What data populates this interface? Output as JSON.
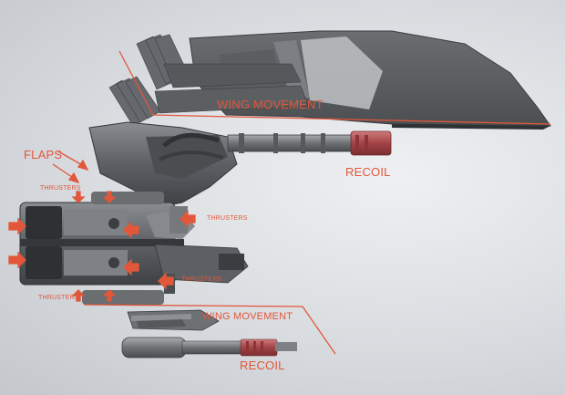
{
  "labels": {
    "wing_movement_top": "WING MOVEMENT",
    "recoil_top": "RECOIL",
    "flaps": "FLAPS",
    "thrusters_upper_left": "THRUSTERS",
    "thrusters_mid_right": "THRUSTERS",
    "thrusters_lower_right": "THRUSTERS",
    "thrusters_lower_left": "THRUSTERS",
    "wing_movement_bottom": "WING MOVEMENT",
    "recoil_bottom": "RECOIL"
  },
  "colors": {
    "annotation": "#e2563a",
    "hull_dark": "#4f5357",
    "hull_mid": "#6f7377",
    "hull_light": "#9a9ea2",
    "recoil_accent": "#b0484a"
  }
}
